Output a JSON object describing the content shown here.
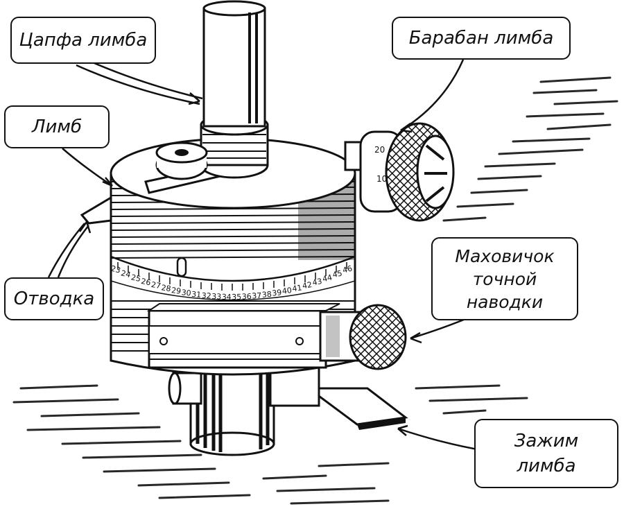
{
  "callouts": {
    "tsapfa_limba": "Цапфа лимба",
    "baraban_limba": "Барабан лимба",
    "limb": "Лимб",
    "otvodka": "Отводка",
    "mahovichok_line1": "Маховичок",
    "mahovichok_line2": "точной",
    "mahovichok_line3": "наводки",
    "zazhim_line1": "Зажим",
    "zazhim_line2": "лимба"
  },
  "scale_labels": [
    "23",
    "24",
    "25",
    "26",
    "27",
    "28",
    "29",
    "30",
    "31",
    "32",
    "33",
    "34",
    "35",
    "36",
    "37",
    "38",
    "39",
    "40",
    "41",
    "42",
    "43",
    "44",
    "45",
    "46"
  ],
  "drum_labels": [
    "10",
    "20"
  ],
  "colors": {
    "ink": "#111111",
    "paper": "#ffffff"
  }
}
